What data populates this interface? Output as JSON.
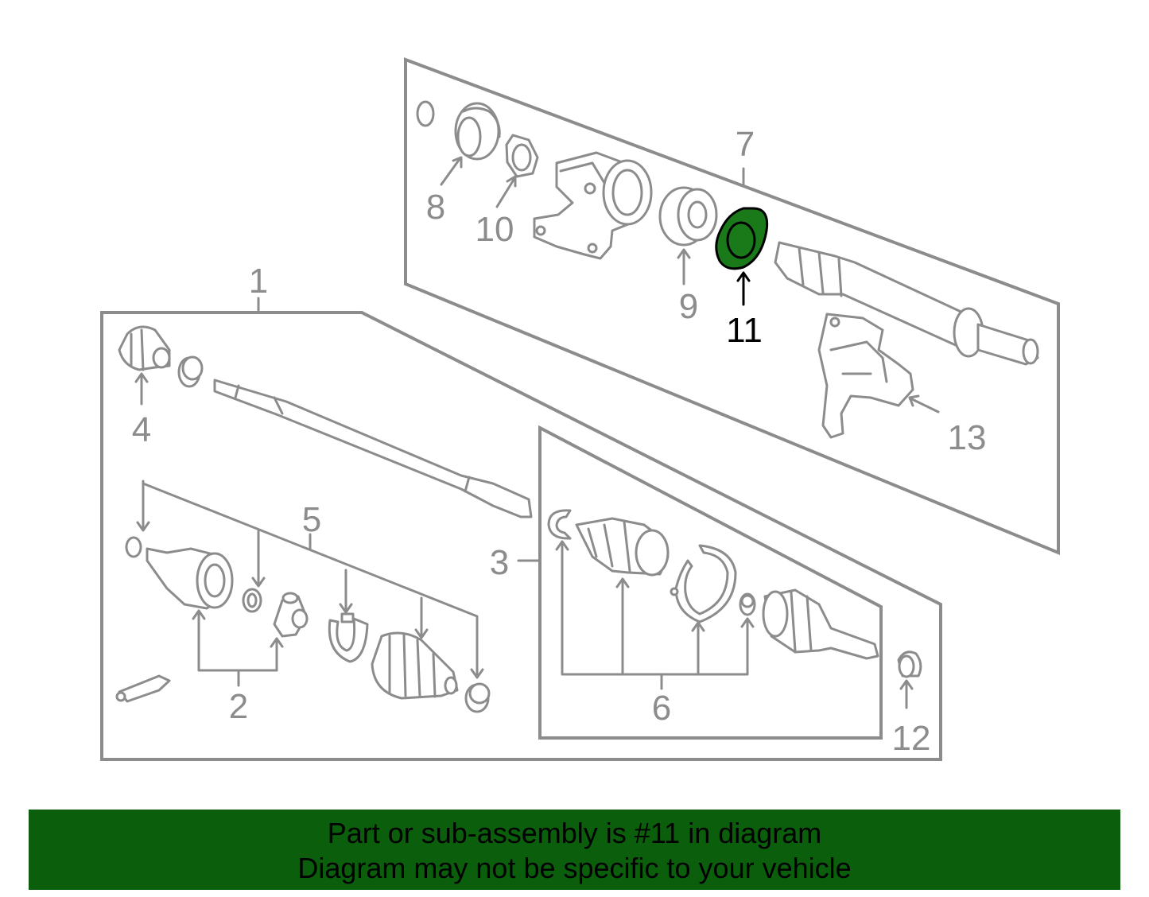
{
  "diagram": {
    "callouts": {
      "c1": "1",
      "c2": "2",
      "c3": "3",
      "c4": "4",
      "c5": "5",
      "c6": "6",
      "c7": "7",
      "c8": "8",
      "c9": "9",
      "c10": "10",
      "c11": "11",
      "c12": "12",
      "c13": "13"
    },
    "highlight_part": "11",
    "colors": {
      "line": "#8c8c8c",
      "highlight_fill": "#1a7a1a",
      "banner_bg": "#0b5e0b",
      "text_highlight": "#000000"
    }
  },
  "banner": {
    "line1": "Part or sub-assembly is #11 in diagram",
    "line2": "Diagram may not be specific to your vehicle"
  }
}
